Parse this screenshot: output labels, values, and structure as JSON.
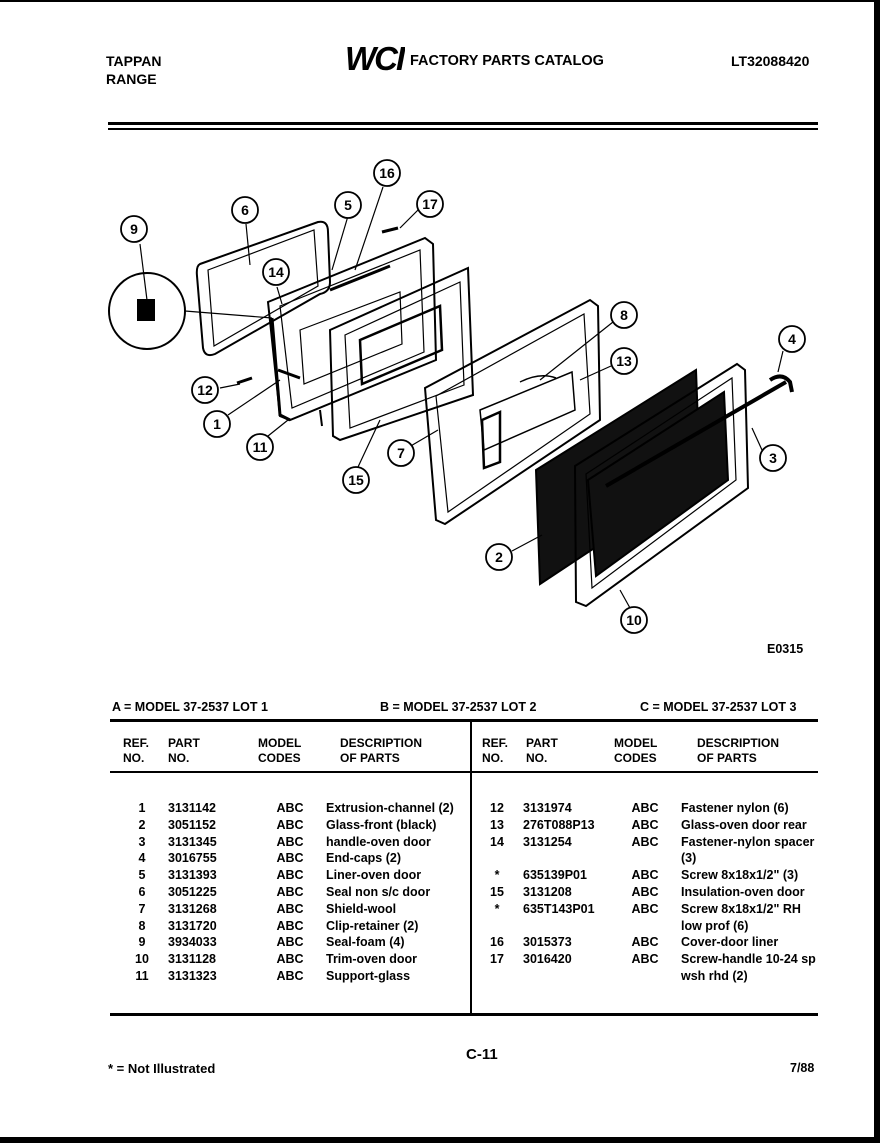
{
  "header": {
    "brand_line1": "TAPPAN",
    "brand_line2": "RANGE",
    "logo_text": "WCI",
    "catalog_title": "FACTORY PARTS CATALOG",
    "catalog_number": "LT32088420"
  },
  "diagram": {
    "code": "E0315",
    "callouts": [
      "1",
      "2",
      "3",
      "4",
      "5",
      "6",
      "7",
      "8",
      "9",
      "10",
      "11",
      "12",
      "13",
      "14",
      "15",
      "16",
      "17"
    ]
  },
  "models": {
    "a": "A = MODEL 37-2537 LOT 1",
    "b": "B = MODEL 37-2537 LOT 2",
    "c": "C = MODEL 37-2537 LOT 3"
  },
  "columns": {
    "ref": "REF.\nNO.",
    "part": "PART\nNO.",
    "codes": "MODEL\nCODES",
    "desc": "DESCRIPTION\nOF PARTS"
  },
  "parts_left": [
    {
      "ref": "1",
      "part": "3131142",
      "codes": "ABC",
      "desc": "Extrusion-channel (2)"
    },
    {
      "ref": "2",
      "part": "3051152",
      "codes": "ABC",
      "desc": "Glass-front (black)"
    },
    {
      "ref": "3",
      "part": "3131345",
      "codes": "ABC",
      "desc": "handle-oven door"
    },
    {
      "ref": "4",
      "part": "3016755",
      "codes": "ABC",
      "desc": "End-caps (2)"
    },
    {
      "ref": "5",
      "part": "3131393",
      "codes": "ABC",
      "desc": "Liner-oven door"
    },
    {
      "ref": "6",
      "part": "3051225",
      "codes": "ABC",
      "desc": "Seal non s/c door"
    },
    {
      "ref": "7",
      "part": "3131268",
      "codes": "ABC",
      "desc": "Shield-wool"
    },
    {
      "ref": "8",
      "part": "3131720",
      "codes": "ABC",
      "desc": "Clip-retainer (2)"
    },
    {
      "ref": "9",
      "part": "3934033",
      "codes": "ABC",
      "desc": "Seal-foam (4)"
    },
    {
      "ref": "10",
      "part": "3131128",
      "codes": "ABC",
      "desc": "Trim-oven door"
    },
    {
      "ref": "11",
      "part": "3131323",
      "codes": "ABC",
      "desc": "Support-glass"
    }
  ],
  "parts_right": [
    {
      "ref": "12",
      "part": "3131974",
      "codes": "ABC",
      "desc": "Fastener nylon (6)"
    },
    {
      "ref": "13",
      "part": "276T088P13",
      "codes": "ABC",
      "desc": "Glass-oven door rear"
    },
    {
      "ref": "14",
      "part": "3131254",
      "codes": "ABC",
      "desc": "Fastener-nylon spacer"
    },
    {
      "ref": "",
      "part": "",
      "codes": "",
      "desc": "(3)"
    },
    {
      "ref": "*",
      "part": "635139P01",
      "codes": "ABC",
      "desc": "Screw 8x18x1/2\" (3)"
    },
    {
      "ref": "15",
      "part": "3131208",
      "codes": "ABC",
      "desc": "Insulation-oven door"
    },
    {
      "ref": "*",
      "part": "635T143P01",
      "codes": "ABC",
      "desc": "Screw 8x18x1/2\" RH"
    },
    {
      "ref": "",
      "part": "",
      "codes": "",
      "desc": "low prof (6)"
    },
    {
      "ref": "16",
      "part": "3015373",
      "codes": "ABC",
      "desc": "Cover-door liner"
    },
    {
      "ref": "17",
      "part": "3016420",
      "codes": "ABC",
      "desc": "Screw-handle 10-24 sp"
    },
    {
      "ref": "",
      "part": "",
      "codes": "",
      "desc": "wsh rhd (2)"
    }
  ],
  "footer": {
    "note": "* = Not Illustrated",
    "page": "C-11",
    "date": "7/88"
  }
}
